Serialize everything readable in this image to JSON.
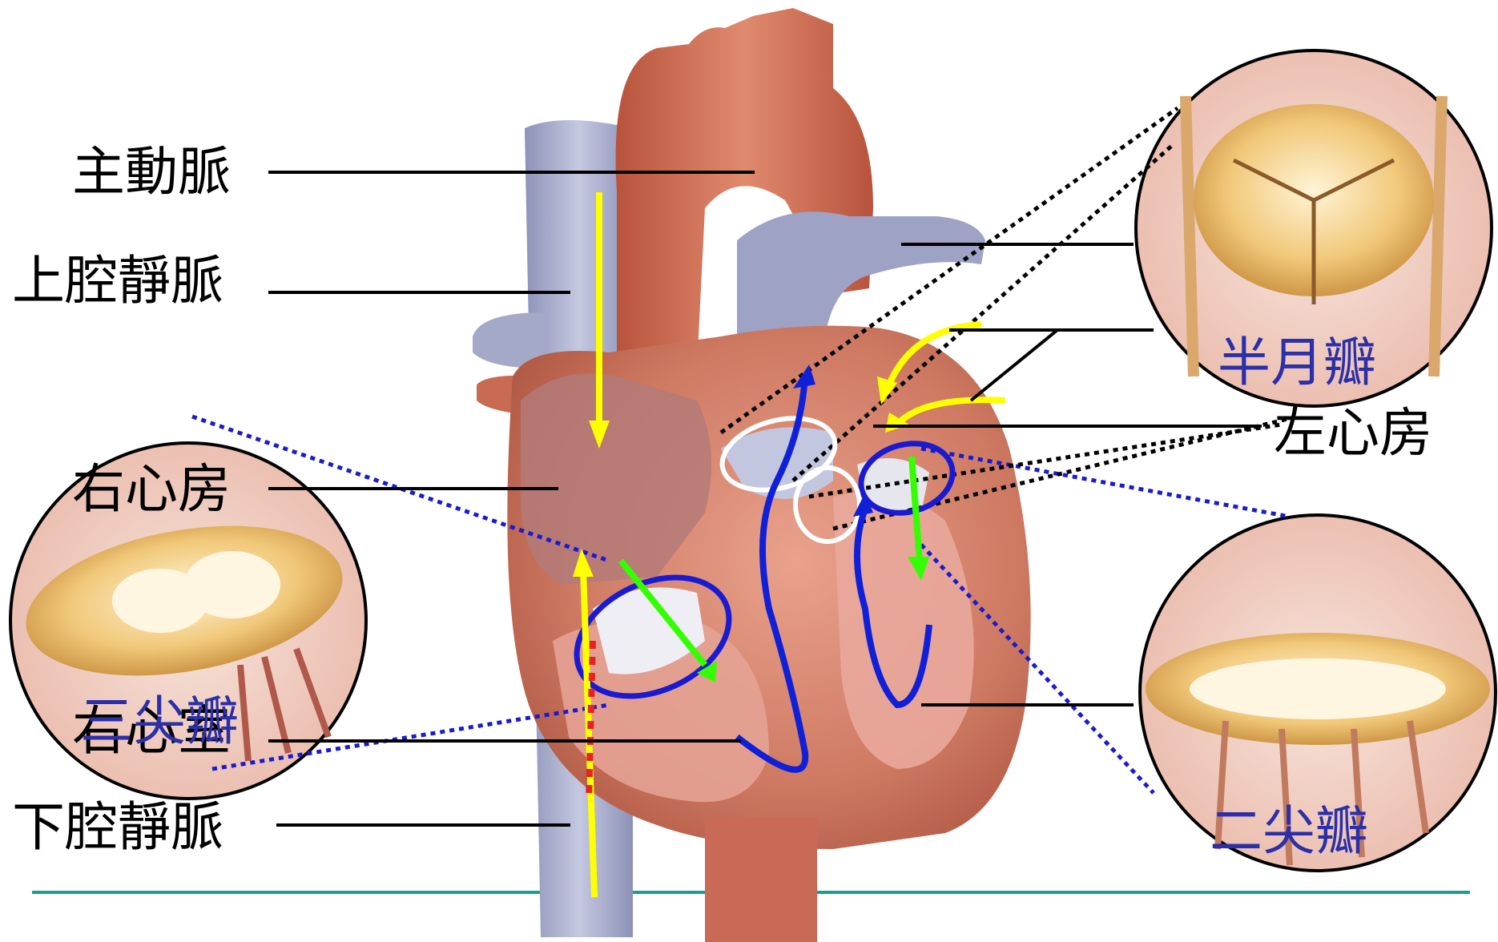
{
  "labels": {
    "aorta": "主動脈",
    "superior_vena_cava": "上腔靜脈",
    "right_atrium": "右心房",
    "right_ventricle": "右心室",
    "inferior_vena_cava": "下腔靜脈",
    "left_atrium": "左心房"
  },
  "valves": {
    "tricuspid": "三尖瓣",
    "semilunar": "半月瓣",
    "mitral": "二尖瓣"
  },
  "colors": {
    "blood_flow_deoxygenated": "#ffff00",
    "blood_flow_valve": "#33ff00",
    "blood_flow_ventricle": "#1020d8",
    "valve_highlight": "#1a1ad0",
    "semilunar_highlight": "#ffffff",
    "valve_label": "#2b2fa8",
    "baseline": "#1a9e8e"
  }
}
